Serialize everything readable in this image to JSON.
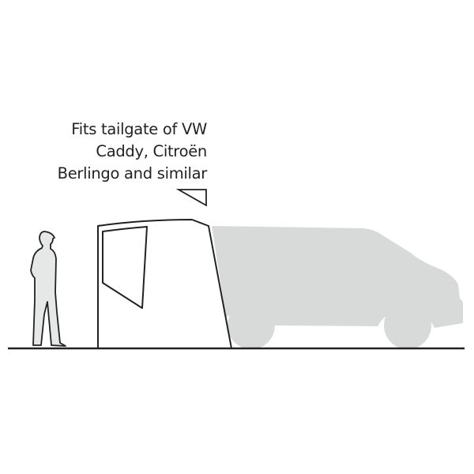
{
  "caption": {
    "lines": [
      "Fits tailgate of VW",
      "Caddy, Citroën",
      "Berlingo and similar"
    ]
  },
  "illustration": {
    "elements": [
      "person-silhouette",
      "tailgate-tent",
      "tent-window",
      "van-silhouette",
      "front-wheel",
      "rear-wheel",
      "ground-line",
      "pointer-triangle"
    ],
    "colors": {
      "van_fill": "#d8d9d9",
      "person_fill": "#e6e7e7",
      "outline": "#222222",
      "background": "#ffffff"
    }
  }
}
